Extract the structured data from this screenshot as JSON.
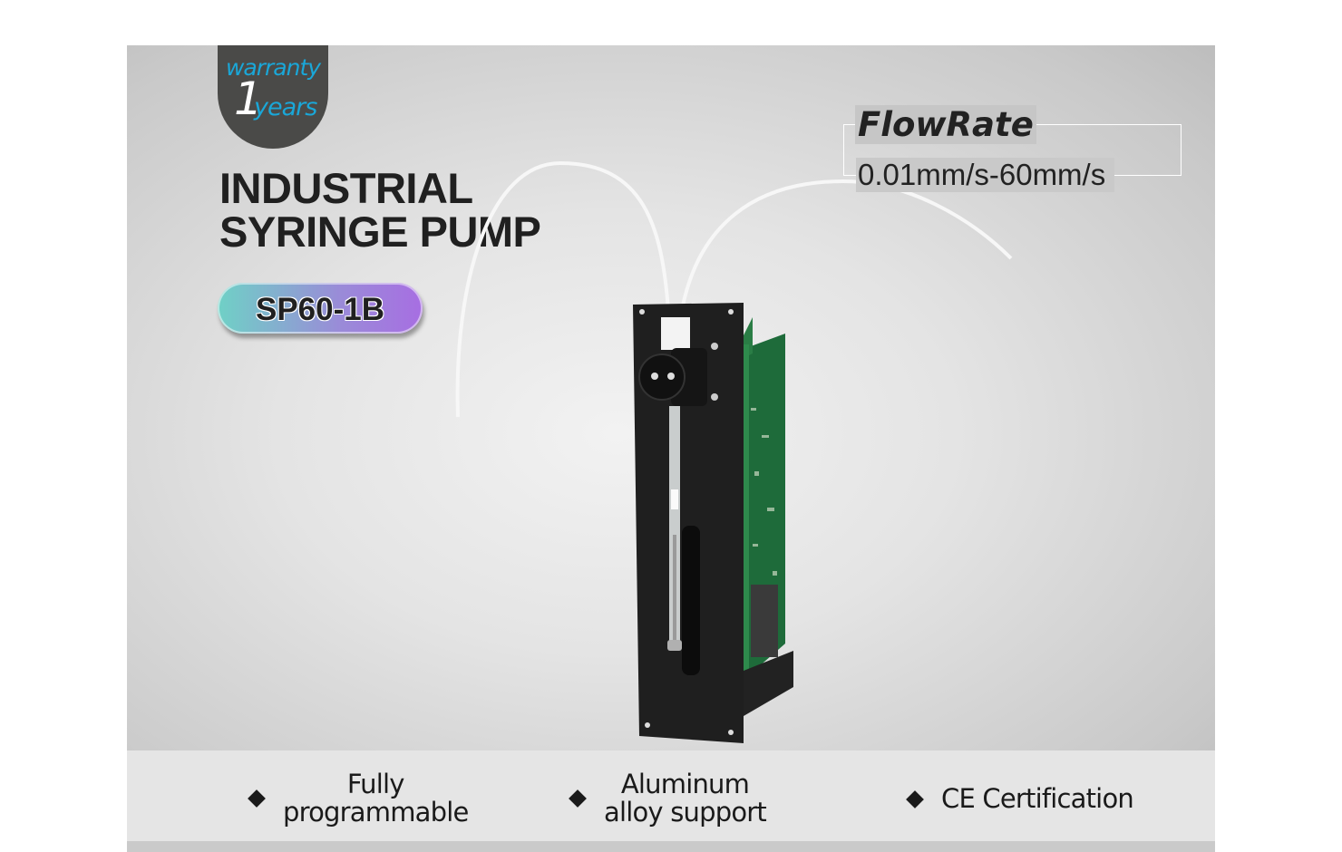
{
  "badge": {
    "label": "warranty",
    "number": "1",
    "unit": "years"
  },
  "product": {
    "title_line1": "INDUSTRIAL",
    "title_line2": "SYRINGE PUMP",
    "model": "SP60-1B"
  },
  "flow_rate": {
    "label": "FlowRate",
    "value": "0.01mm/s-60mm/s"
  },
  "features": [
    {
      "line1": "Fully",
      "line2": "programmable"
    },
    {
      "line1": "Aluminum",
      "line2": "alloy support"
    },
    {
      "line1": "CE Certification",
      "line2": ""
    }
  ],
  "colors": {
    "badge_bg": "#4a4a48",
    "badge_accent": "#1aa7d8",
    "pill_start": "#6fd1c6",
    "pill_end": "#a76ee2"
  }
}
